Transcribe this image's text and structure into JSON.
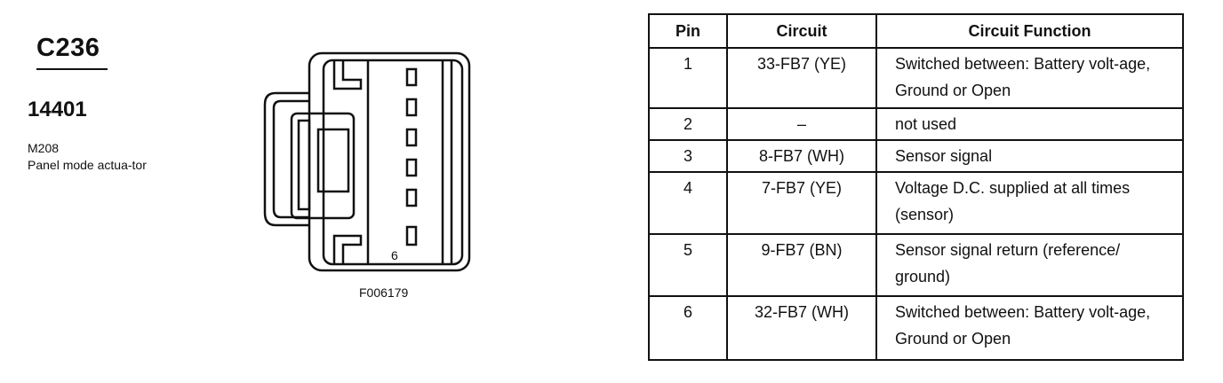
{
  "header": {
    "connector_id": "C236",
    "part_number": "14401",
    "component_code": "M208",
    "component_desc": "Panel mode actua-tor"
  },
  "figure": {
    "pin_label": "6",
    "figure_id": "F006179"
  },
  "table": {
    "columns": [
      "Pin",
      "Circuit",
      "Circuit Function"
    ],
    "rows": [
      {
        "pin": "1",
        "circuit": "33-FB7 (YE)",
        "function": "Switched between: Battery volt-age, Ground or Open"
      },
      {
        "pin": "2",
        "circuit": "–",
        "function": "not used"
      },
      {
        "pin": "3",
        "circuit": "8-FB7 (WH)",
        "function": "Sensor signal"
      },
      {
        "pin": "4",
        "circuit": "7-FB7 (YE)",
        "function": "Voltage D.C. supplied at all times (sensor)"
      },
      {
        "pin": "5",
        "circuit": "9-FB7 (BN)",
        "function": "Sensor signal return (reference/ ground)"
      },
      {
        "pin": "6",
        "circuit": "32-FB7 (WH)",
        "function": "Switched between: Battery volt-age, Ground or Open"
      }
    ]
  }
}
